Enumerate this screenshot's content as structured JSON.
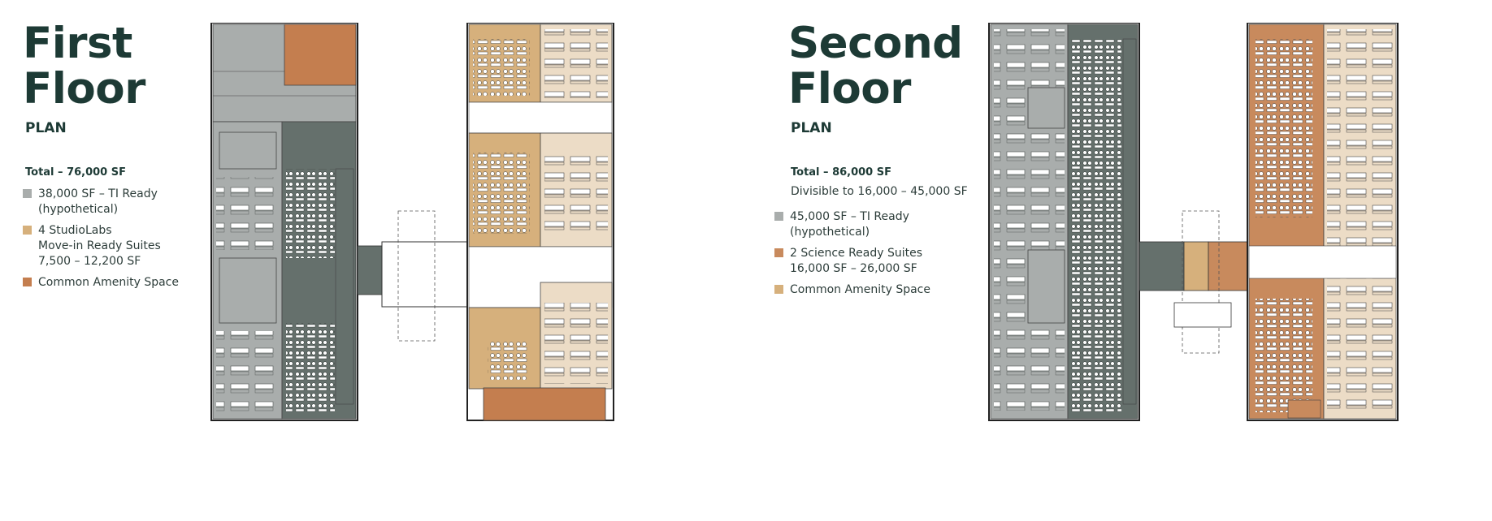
{
  "colors": {
    "ti_ready": "#a9adac",
    "studio": "#d6b07c",
    "amenity": "#c47e4f",
    "science": "#c88a5d",
    "dark_lab": "#65706c",
    "light_suite": "#ecdcc6"
  },
  "first_floor": {
    "title_line1": "First",
    "title_line2": "Floor",
    "plan_label": "PLAN",
    "total": "Total – 76,000 SF",
    "items": [
      {
        "color": "#a9adac",
        "line1": "38,000 SF – TI Ready",
        "line2": "(hypothetical)",
        "line3": ""
      },
      {
        "color": "#d6b07c",
        "line1": "4 StudioLabs",
        "line2": "Move-in Ready Suites",
        "line3": "7,500 – 12,200 SF"
      },
      {
        "color": "#c47e4f",
        "line1": "Common Amenity Space",
        "line2": "",
        "line3": ""
      }
    ]
  },
  "second_floor": {
    "title_line1": "Second",
    "title_line2": "Floor",
    "plan_label": "PLAN",
    "total": "Total – 86,000 SF",
    "divisible": "Divisible to 16,000 – 45,000 SF",
    "items": [
      {
        "color": "#a9adac",
        "line1": "45,000 SF – TI Ready",
        "line2": "(hypothetical)"
      },
      {
        "color": "#c88a5d",
        "line1": "2 Science Ready Suites",
        "line2": "16,000 SF – 26,000 SF"
      },
      {
        "color": "#d6b07c",
        "line1": "Common Amenity Space",
        "line2": ""
      }
    ]
  }
}
